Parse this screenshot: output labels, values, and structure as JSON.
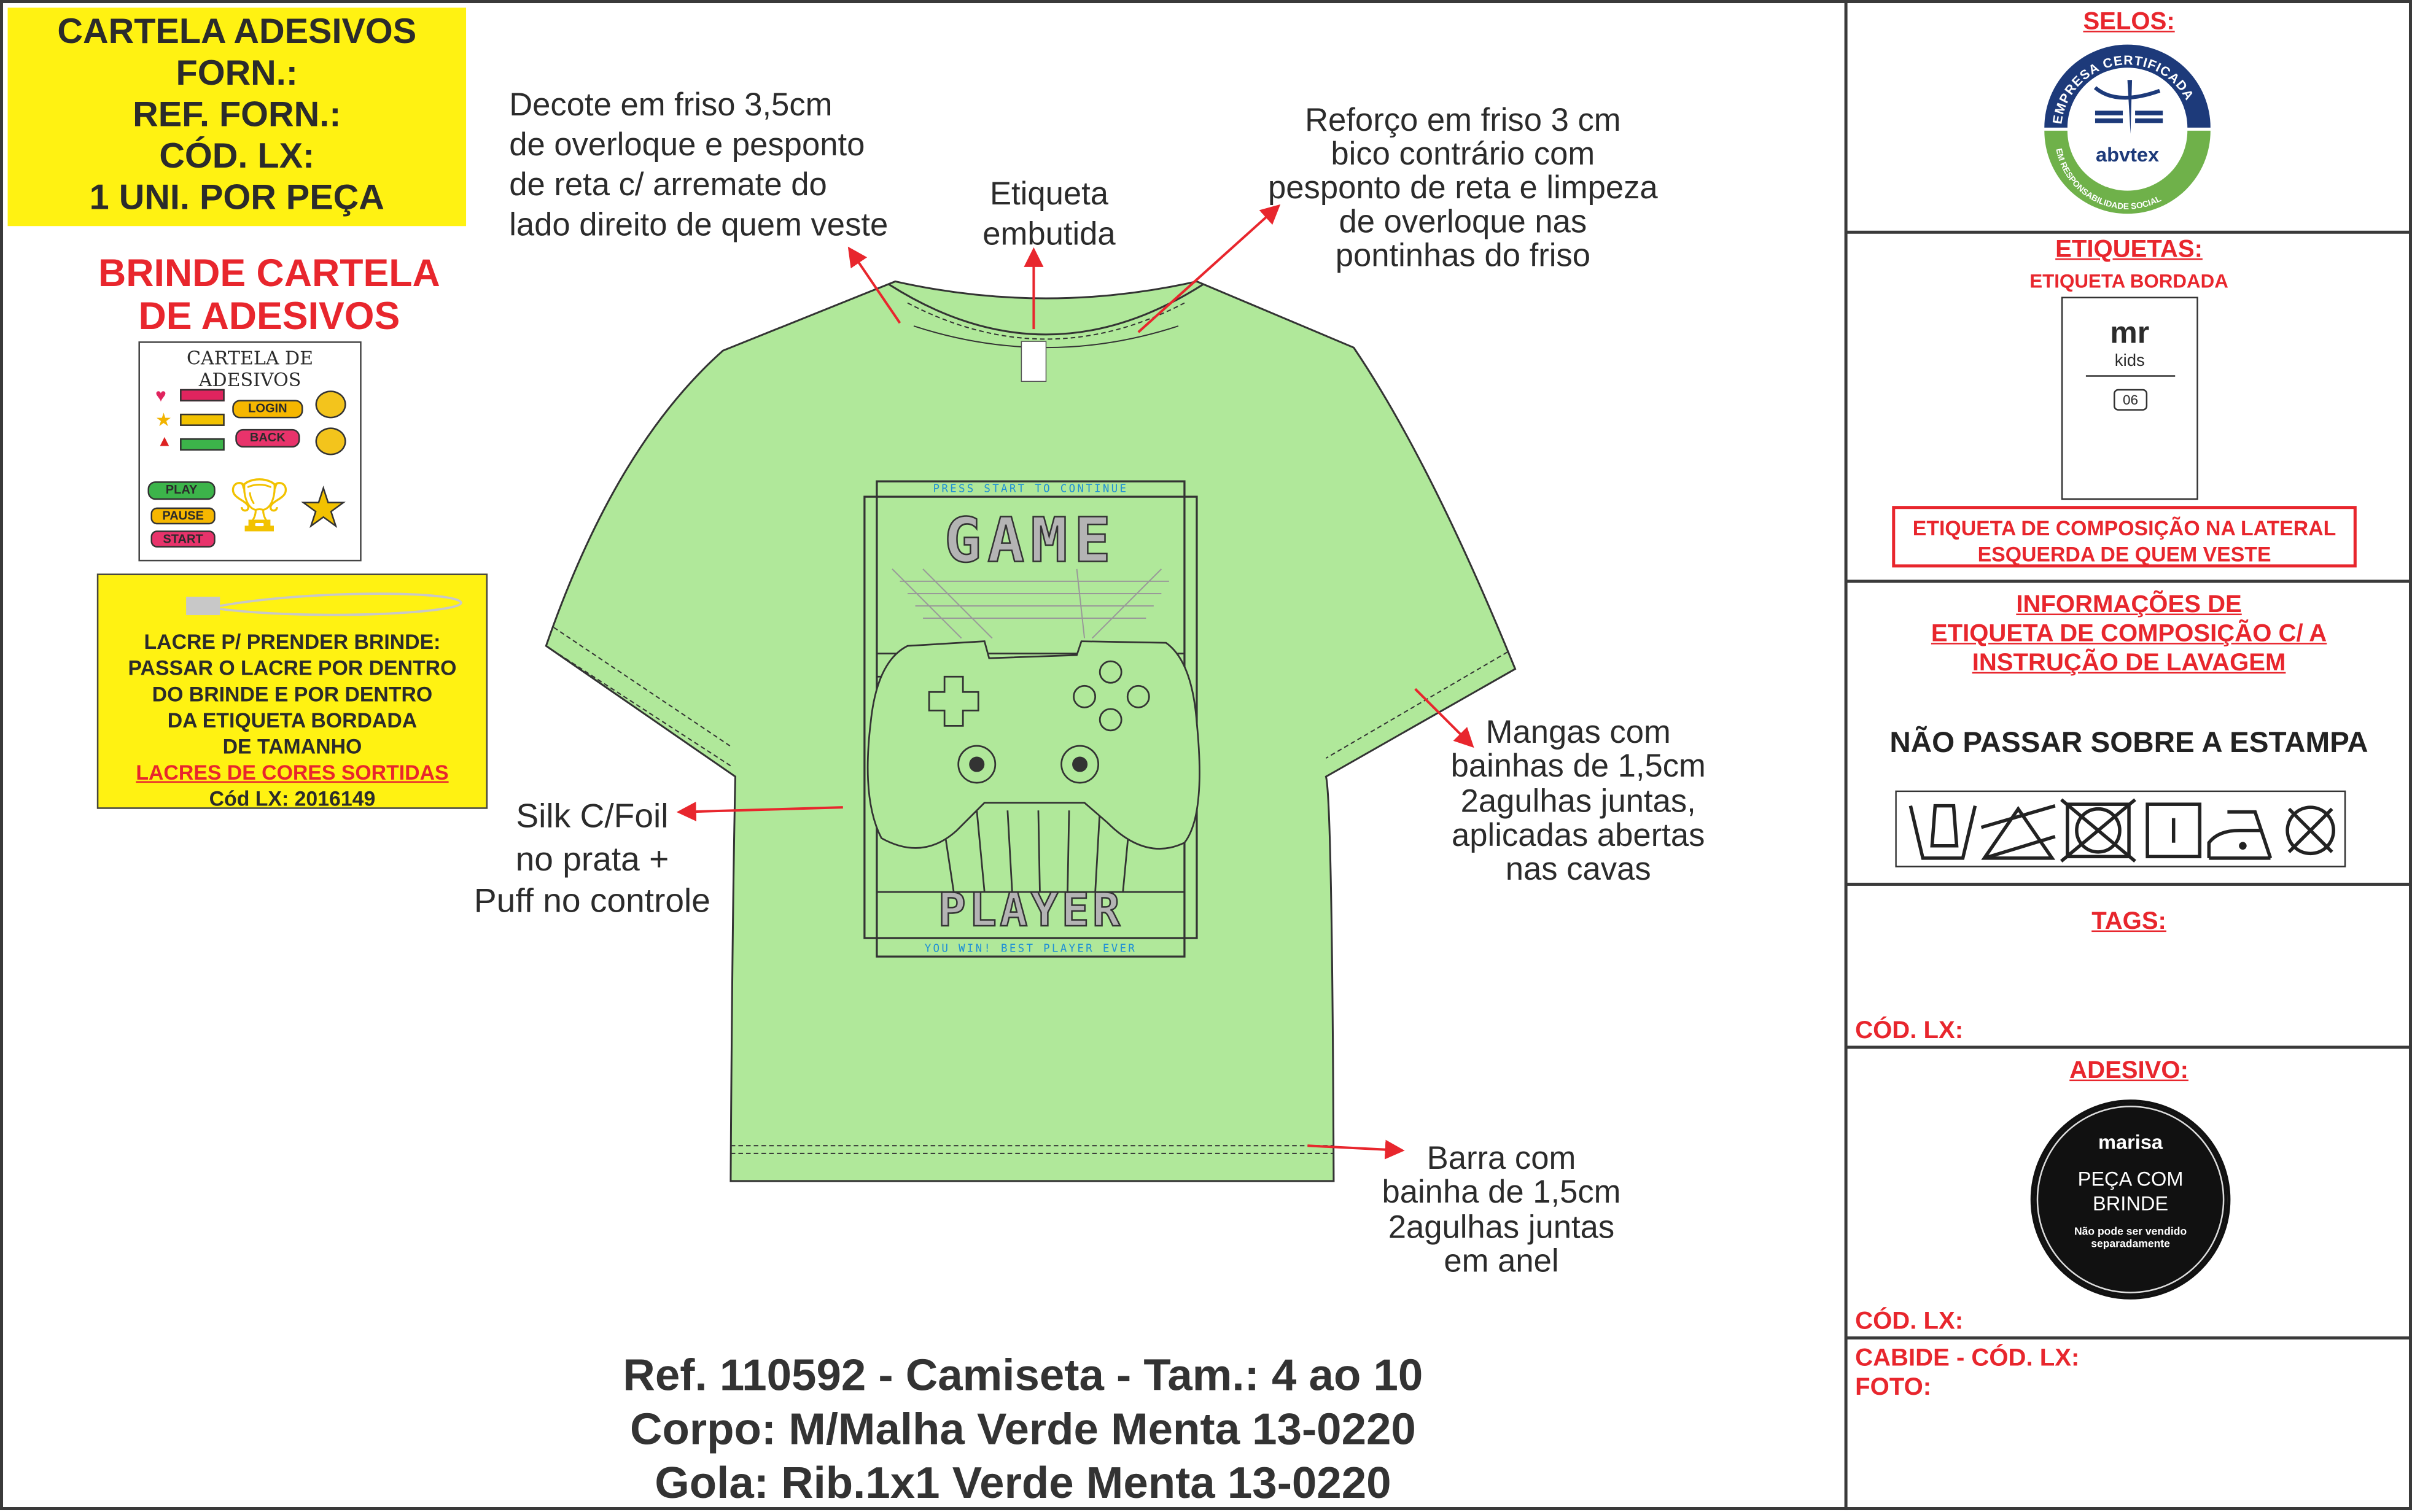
{
  "left_panel": {
    "yellow_header": [
      "CARTELA ADESIVOS",
      "FORN.:",
      "REF. FORN.:",
      "CÓD. LX:",
      "1 UNI. POR PEÇA"
    ],
    "brinde_title": [
      "BRINDE CARTELA",
      "DE ADESIVOS"
    ],
    "sticker_card": {
      "title": "CARTELA DE ADESIVOS",
      "buttons": [
        "LOGIN",
        "BACK",
        "PLAY",
        "PAUSE",
        "START"
      ]
    },
    "lacre_box": {
      "lines": [
        "LACRE P/ PRENDER BRINDE:",
        "PASSAR O LACRE POR DENTRO",
        "DO BRINDE E POR DENTRO",
        "DA ETIQUETA BORDADA",
        "DE TAMANHO"
      ],
      "highlight": "LACRES DE CORES SORTIDAS",
      "code": "Cód LX: 2016149"
    }
  },
  "annotations": {
    "decote": [
      "Decote em friso 3,5cm",
      "de overloque e pesponto",
      "de reta c/ arremate do",
      "lado direito de quem veste"
    ],
    "etiqueta": [
      "Etiqueta",
      "embutida"
    ],
    "reforco": [
      "Reforço em friso 3 cm",
      "bico contrário com",
      "pesponto de reta e limpeza",
      "de overloque nas",
      "pontinhas do friso"
    ],
    "silk": [
      "Silk C/Foil",
      "no prata +",
      "Puff no controle"
    ],
    "mangas": [
      "Mangas com",
      "bainhas de 1,5cm",
      "2agulhas juntas,",
      "aplicadas abertas",
      "nas cavas"
    ],
    "barra": [
      "Barra com",
      "bainha de 1,5cm",
      "2agulhas juntas",
      "em anel"
    ]
  },
  "print": {
    "top_text": "PRESS START TO CONTINUE",
    "word1": "GAME",
    "word2": "PLAYER",
    "bottom_text": "YOU WIN! BEST PLAYER EVER"
  },
  "footer": [
    "Ref. 110592 - Camiseta - Tam.: 4 ao 10",
    "Corpo: M/Malha Verde Menta 13-0220",
    "Gola: Rib.1x1 Verde Menta 13-0220"
  ],
  "right_panel": {
    "selos": {
      "title": "SELOS:",
      "seal_top": "EMPRESA CERTIFICADA",
      "seal_brand": "abvtex",
      "seal_bottom": "EM RESPONSABILIDADE SOCIAL"
    },
    "etiquetas": {
      "title": "ETIQUETAS:",
      "subtitle": "ETIQUETA BORDADA",
      "label_brand": "mr",
      "label_sub": "kids",
      "label_size": "06",
      "composition_note": [
        "ETIQUETA DE COMPOSIÇÃO NA LATERAL",
        "ESQUERDA DE QUEM VESTE"
      ]
    },
    "informacoes": {
      "title": [
        "INFORMAÇÕES DE",
        "ETIQUETA DE COMPOSIÇÃO C/ A",
        "INSTRUÇÃO DE LAVAGEM"
      ],
      "warning": "NÃO PASSAR SOBRE A ESTAMPA",
      "care_icons": [
        "hand-wash",
        "do-not-bleach",
        "do-not-tumble-dry",
        "line-dry",
        "iron-low",
        "do-not-dry-clean"
      ]
    },
    "tags": {
      "title": "TAGS:",
      "code_label": "CÓD. LX:"
    },
    "adesivo": {
      "title": "ADESIVO:",
      "sticker_brand": "marisa",
      "sticker_main": [
        "PEÇA COM",
        "BRINDE"
      ],
      "sticker_small": [
        "Não pode ser vendido",
        "separadamente"
      ],
      "code_label": "CÓD. LX:"
    },
    "cabide": {
      "code_label": "CABIDE - CÓD. LX:",
      "foto_label": "FOTO:"
    }
  },
  "colors": {
    "accent_red": "#e8262d",
    "yellow": "#fff212",
    "shirt": "#b0e89a",
    "print_blue": "#1e8fd6"
  }
}
